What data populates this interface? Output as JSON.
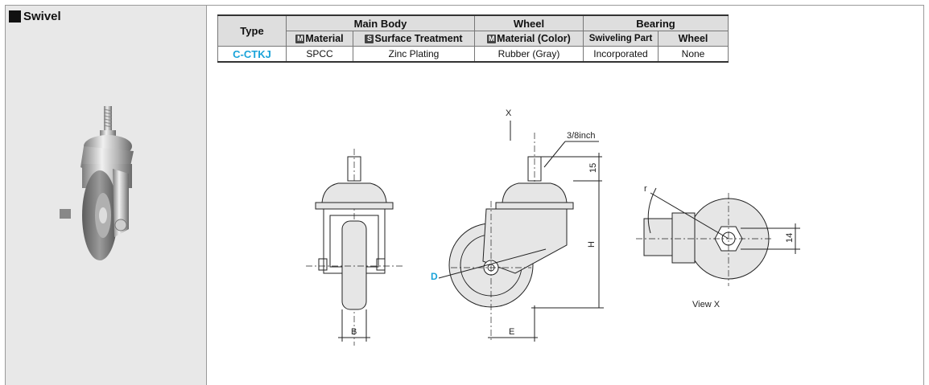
{
  "section": {
    "title": "Swivel"
  },
  "table": {
    "type_header": "Type",
    "groups": [
      "Main Body",
      "Wheel",
      "Bearing"
    ],
    "subheaders": [
      {
        "icon": "M",
        "label": "Material"
      },
      {
        "icon": "S",
        "label": "Surface Treatment"
      },
      {
        "icon": "M",
        "label": "Material (Color)"
      },
      {
        "icon": "",
        "label": "Swiveling Part"
      },
      {
        "icon": "",
        "label": "Wheel"
      }
    ],
    "row": {
      "type": "C-CTKJ",
      "material": "SPCC",
      "surface": "Zinc Plating",
      "wheel_material": "Rubber (Gray)",
      "swiveling": "Incorporated",
      "bearing_wheel": "None"
    }
  },
  "drawing": {
    "labels": {
      "x_arrow": "X",
      "thread": "3/8inch",
      "dim_15": "15",
      "dim_h": "H",
      "dim_b": "B",
      "dim_e": "E",
      "dim_d": "D",
      "dim_r": "r",
      "dim_14": "14",
      "view": "View X"
    }
  },
  "colors": {
    "accent": "#1aa3d9",
    "header_bg": "#dedede",
    "left_bg": "#e8e8e8"
  }
}
